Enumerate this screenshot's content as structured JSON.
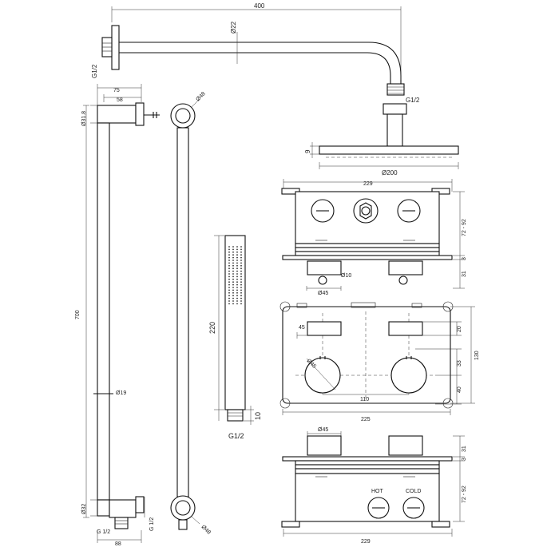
{
  "dimensions": {
    "arm_length": "400",
    "arm_diameter": "Ø22",
    "arm_thread": "G1/2",
    "head_thread": "G1/2",
    "head_height": "9",
    "head_diameter": "Ø200",
    "bracket_depth": "75",
    "bracket_depth_inner": "58",
    "bracket_top_diameter": "Ø31.8",
    "rail_length": "700",
    "rail_diameter": "Ø19",
    "rail_bottom_diameter": "Ø32",
    "bottom_thread": "G 1/2",
    "bottom_outlet_thread": "G 1/2",
    "bottom_offset": "88",
    "ring_top_diameter": "Ø48",
    "ring_bottom_diameter": "Ø48",
    "handshower_length": "220",
    "handshower_connector": "10",
    "handshower_thread": "G1/2",
    "box_width_top": "229",
    "box_depth_range": "72 - 92",
    "box_plate": "3",
    "box_knob_depth": "31",
    "box_outlet_diameter": "Ø10",
    "box_knob_diameter": "Ø45",
    "plate_cutout": "45",
    "plate_cutout_height": "20",
    "plate_height": "130",
    "knob_pitch_v": "33",
    "knob_offset_v": "40",
    "knob_spacing": "110",
    "knob_diameter": "Ø45",
    "plate_width": "225",
    "side_knob_diameter": "Ø45",
    "side_knob_depth": "31",
    "side_plate": "3",
    "side_depth_range": "72 - 92",
    "side_width": "229"
  },
  "labels": {
    "hot": "HOT",
    "cold": "COLD"
  }
}
